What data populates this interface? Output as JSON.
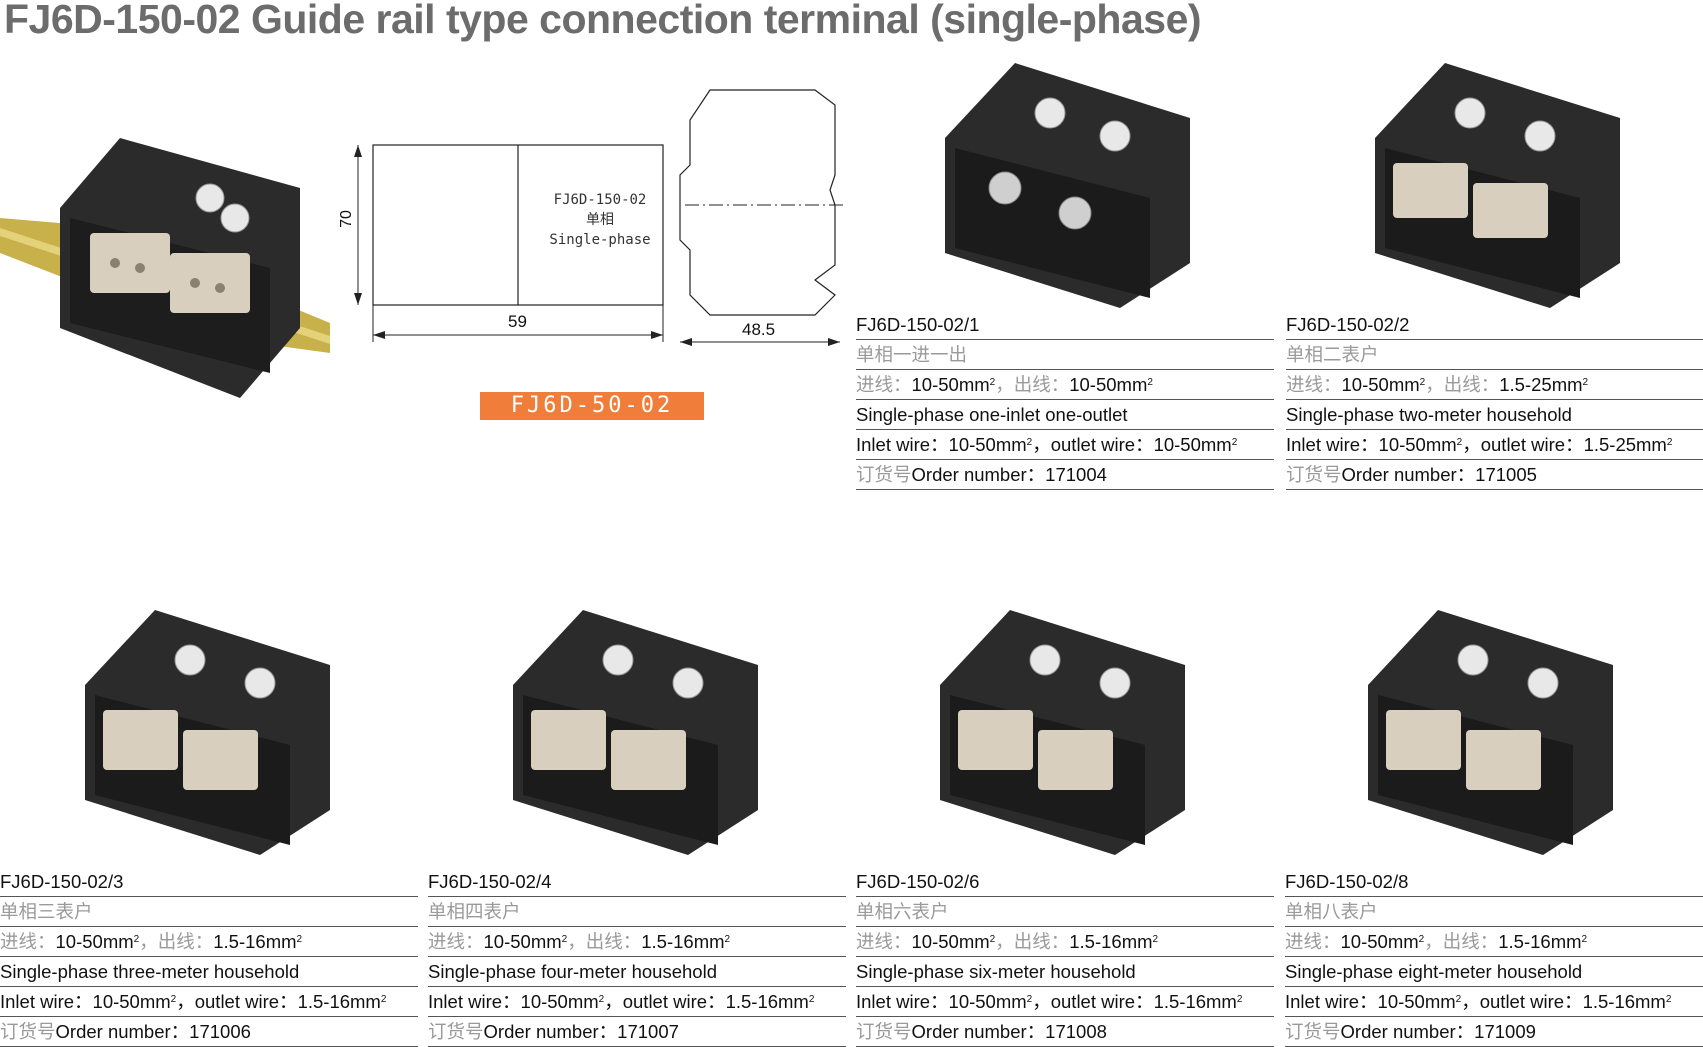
{
  "title": "FJ6D-150-02 Guide rail type connection terminal (single-phase)",
  "drawing": {
    "dim_height": "70",
    "dim_width": "59",
    "dim_depth": "48.5",
    "label_model": "FJ6D-150-02",
    "label_cn": "单相",
    "label_en": "Single-phase",
    "model_tag": "FJ6D-50-02"
  },
  "products": [
    {
      "code": "FJ6D-150-02/1",
      "cn_name": "单相一进一出",
      "cn_in_label": "进线：",
      "in_value": "10-50mm",
      "cn_out_label": "，出线：",
      "out_value": "10-50mm",
      "en_name": "Single-phase one-inlet one-outlet",
      "inlet_label": "Inlet wire：",
      "outlet_label": "，outlet wire：",
      "order_cn": "订货号",
      "order_label": "Order number：",
      "order_number": "171004"
    },
    {
      "code": "FJ6D-150-02/2",
      "cn_name": "单相二表户",
      "cn_in_label": "进线：",
      "in_value": "10-50mm",
      "cn_out_label": "，出线：",
      "out_value": "1.5-25mm",
      "en_name": "Single-phase two-meter household",
      "inlet_label": "Inlet wire：",
      "outlet_label": "，outlet wire：",
      "order_cn": "订货号",
      "order_label": "Order number：",
      "order_number": "171005"
    },
    {
      "code": "FJ6D-150-02/3",
      "cn_name": "单相三表户",
      "cn_in_label": "进线：",
      "in_value": "10-50mm",
      "cn_out_label": "，出线：",
      "out_value": "1.5-16mm",
      "en_name": "Single-phase three-meter household",
      "inlet_label": "Inlet wire：",
      "outlet_label": "，outlet wire：",
      "order_cn": "订货号",
      "order_label": "Order number：",
      "order_number": "171006"
    },
    {
      "code": "FJ6D-150-02/4",
      "cn_name": "单相四表户",
      "cn_in_label": "进线：",
      "in_value": "10-50mm",
      "cn_out_label": "，出线：",
      "out_value": "1.5-16mm",
      "en_name": "Single-phase four-meter household",
      "inlet_label": "Inlet wire：",
      "outlet_label": "，outlet wire：",
      "order_cn": "订货号",
      "order_label": "Order number：",
      "order_number": "171007"
    },
    {
      "code": "FJ6D-150-02/6",
      "cn_name": "单相六表户",
      "cn_in_label": "进线：",
      "in_value": "10-50mm",
      "cn_out_label": "，出线：",
      "out_value": "1.5-16mm",
      "en_name": "Single-phase six-meter household",
      "inlet_label": "Inlet wire：",
      "outlet_label": "，outlet wire：",
      "order_cn": "订货号",
      "order_label": "Order number：",
      "order_number": "171008"
    },
    {
      "code": "FJ6D-150-02/8",
      "cn_name": "单相八表户",
      "cn_in_label": "进线：",
      "in_value": "10-50mm",
      "cn_out_label": "，出线：",
      "out_value": "1.5-16mm",
      "en_name": "Single-phase eight-meter household",
      "inlet_label": "Inlet wire：",
      "outlet_label": "，outlet wire：",
      "order_cn": "订货号",
      "order_label": "Order number：",
      "order_number": "171009"
    }
  ]
}
